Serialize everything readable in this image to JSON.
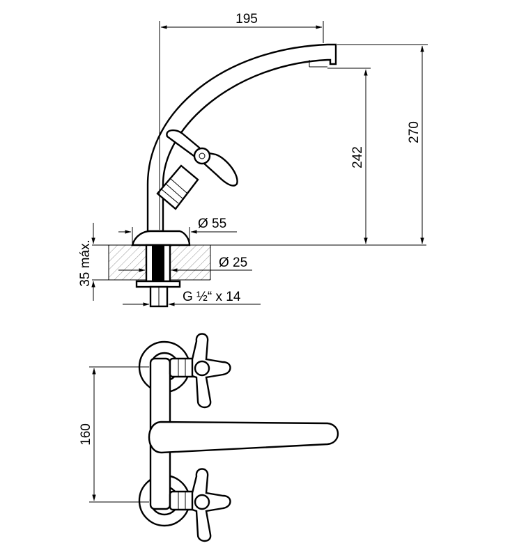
{
  "side_view": {
    "dim_width": "195",
    "dim_height_total": "270",
    "dim_spout_height": "242",
    "dim_base_diameter": "Ø 55",
    "dim_hole_diameter": "Ø 25",
    "dim_thread": "G ½“ x 14",
    "dim_counter_max": "35 máx."
  },
  "top_view": {
    "dim_center_distance": "160"
  }
}
